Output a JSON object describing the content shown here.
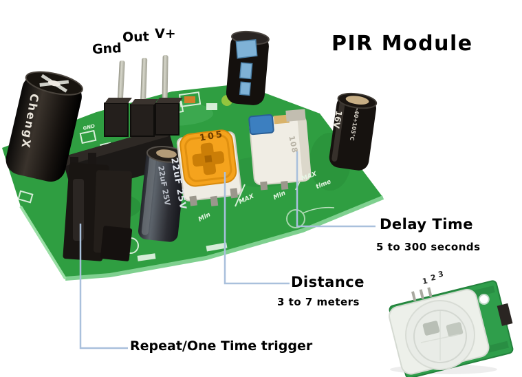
{
  "title": "PIR Module",
  "pins": {
    "gnd": "Gnd",
    "out": "Out",
    "vplus": "V+"
  },
  "annotations": {
    "delay_time": {
      "label": "Delay Time",
      "range": "5 to 300 seconds"
    },
    "distance": {
      "label": "Distance",
      "range": "3 to 7 meters"
    },
    "trigger": {
      "label": "Repeat/One Time trigger"
    }
  },
  "board": {
    "distance_pot_marking": "105",
    "delay_pot_marking": "108",
    "capacitor_marking": "22uF 25V",
    "right_capacitor_marking": "16V",
    "right_capacitor_temp": "-40+105°C",
    "left_capacitor_brand": "ChengX",
    "silkscreen": {
      "min1": "Min",
      "max1": "MAX",
      "min2": "Min",
      "max2": "MAX",
      "time": "time",
      "gnd": "GND"
    }
  },
  "inset": {
    "pin_numbers": [
      "1",
      "2",
      "3"
    ]
  },
  "colors": {
    "pcb_green": "#2f9e41",
    "annotation_line": "#a9c0dc",
    "distance_pot_orange": "#f5a31d",
    "delay_pot_blue": "#3c7fc0",
    "label_text": "#000000"
  }
}
